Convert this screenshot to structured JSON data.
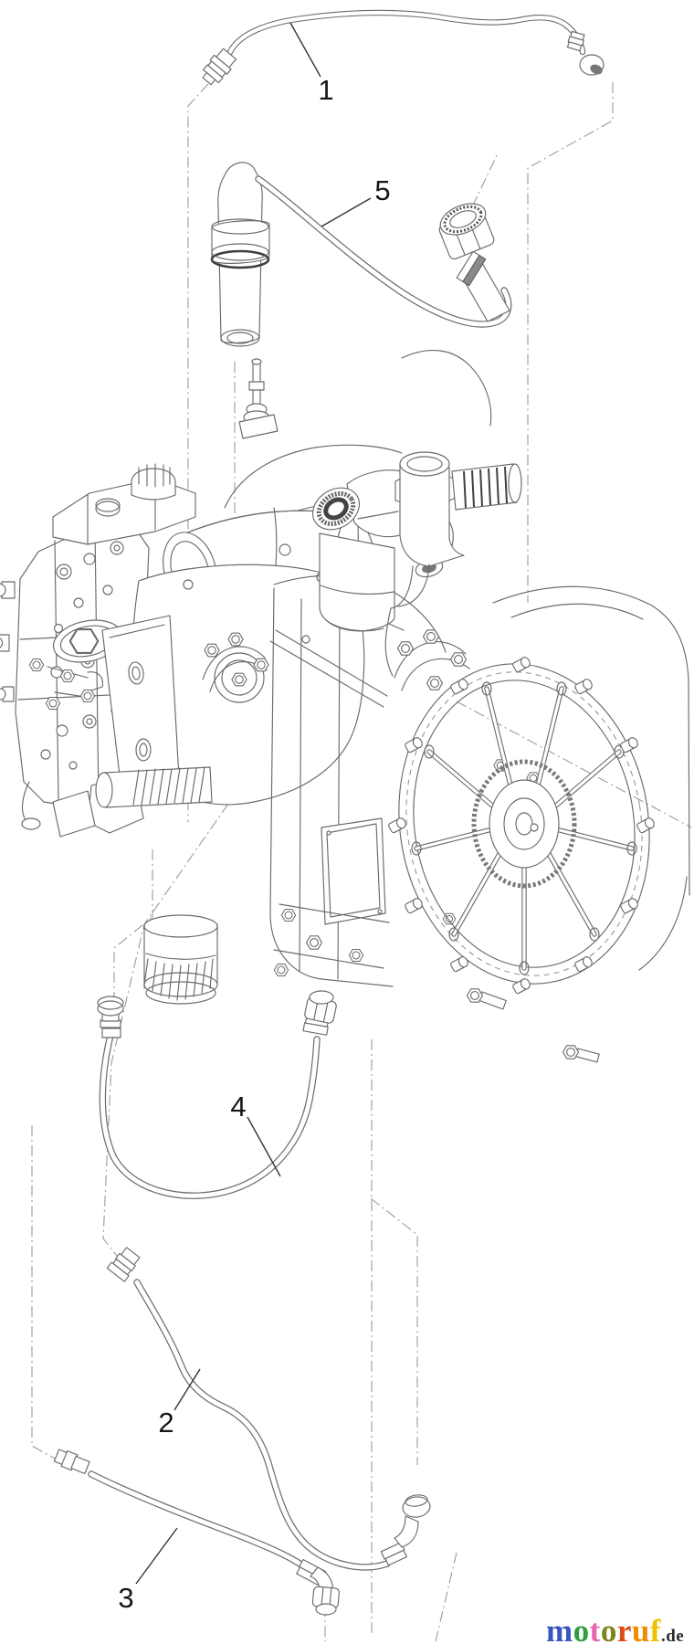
{
  "figure": {
    "kind": "exploded-parts-line-diagram",
    "background": "#ffffff",
    "line_color": "#6a6a6a",
    "boundary_line_color": "#9b9b9b",
    "callout_color": "#161616"
  },
  "callouts": {
    "c1": {
      "label": "1"
    },
    "c2": {
      "label": "2"
    },
    "c3": {
      "label": "3"
    },
    "c4": {
      "label": "4"
    },
    "c5": {
      "label": "5"
    }
  },
  "logo": {
    "letters": [
      {
        "char": "m",
        "color": "#3a55c0"
      },
      {
        "char": "o",
        "color": "#2f9e3c"
      },
      {
        "char": "t",
        "color": "#e763ae"
      },
      {
        "char": "o",
        "color": "#7d8619"
      },
      {
        "char": "r",
        "color": "#df4a1b"
      },
      {
        "char": "u",
        "color": "#f08c00"
      },
      {
        "char": "f",
        "color": "#eec200"
      }
    ],
    "suffix": ".de",
    "suffix_color": "#2b2b2b"
  }
}
